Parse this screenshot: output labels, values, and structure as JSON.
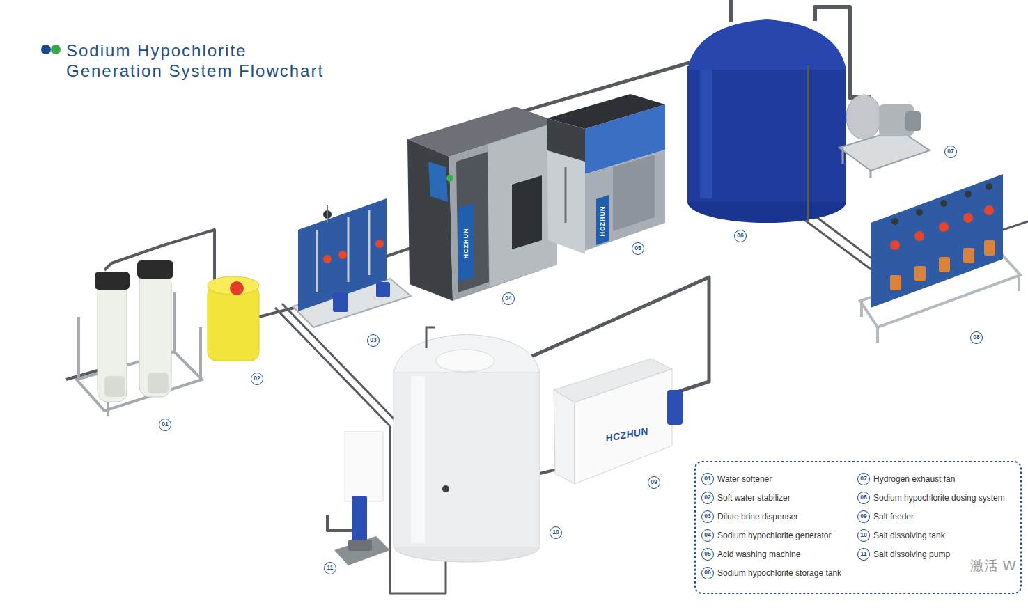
{
  "diagram": {
    "title": "Sodium Hypochlorite Generation System Flowchart",
    "labels": [
      "01",
      "02",
      "03",
      "04",
      "05",
      "06",
      "07",
      "08",
      "09",
      "10",
      "11",
      "01",
      "02",
      "03",
      "04",
      "05",
      "06",
      "07",
      "08",
      "09",
      "10",
      "11",
      "HCZHUN",
      "HCZHUN",
      "HCZHUN",
      "激活 W"
    ],
    "legend": [
      {
        "text": "Water softener"
      },
      {
        "text": "Soft water stabilizer"
      },
      {
        "text": "Dilute brine dispenser"
      },
      {
        "text": "Sodium hypochlorite generator"
      },
      {
        "text": "Acid washing machine"
      },
      {
        "text": "Sodium hypochlorite storage tank"
      },
      {
        "text": "Hydrogen exhaust fan"
      },
      {
        "text": "Sodium hypochlorite dosing system"
      },
      {
        "text": "Salt feeder"
      },
      {
        "text": "Salt dissolving tank"
      },
      {
        "text": "Salt dissolving pump"
      }
    ]
  }
}
